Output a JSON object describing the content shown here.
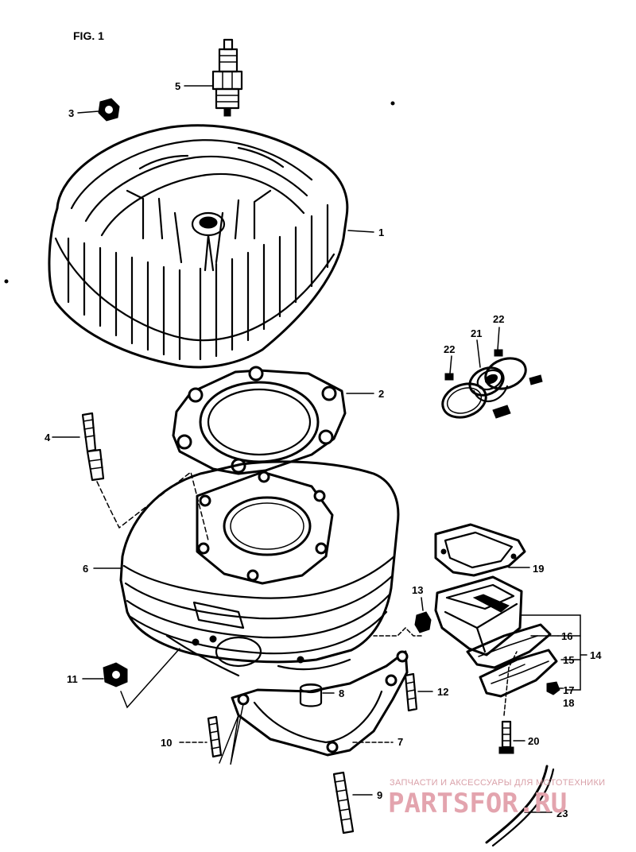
{
  "figure": {
    "title": "FIG. 1"
  },
  "watermark": {
    "tagline": "ЗАПЧАСТИ И АКСЕССУАРЫ ДЛЯ МОТОТЕХНИКИ",
    "brand": "PARTSFOR.RU"
  },
  "parts": [
    {
      "id": "1",
      "label": "1"
    },
    {
      "id": "2",
      "label": "2"
    },
    {
      "id": "3",
      "label": "3"
    },
    {
      "id": "4",
      "label": "4"
    },
    {
      "id": "5",
      "label": "5"
    },
    {
      "id": "6",
      "label": "6"
    },
    {
      "id": "7",
      "label": "7"
    },
    {
      "id": "8",
      "label": "8"
    },
    {
      "id": "9",
      "label": "9"
    },
    {
      "id": "10",
      "label": "10"
    },
    {
      "id": "11",
      "label": "11"
    },
    {
      "id": "12",
      "label": "12"
    },
    {
      "id": "13",
      "label": "13"
    },
    {
      "id": "14",
      "label": "14"
    },
    {
      "id": "15",
      "label": "15"
    },
    {
      "id": "16",
      "label": "16"
    },
    {
      "id": "17",
      "label": "17"
    },
    {
      "id": "18",
      "label": "18"
    },
    {
      "id": "19",
      "label": "19"
    },
    {
      "id": "20",
      "label": "20"
    },
    {
      "id": "21",
      "label": "21"
    },
    {
      "id": "22a",
      "label": "22"
    },
    {
      "id": "22b",
      "label": "22"
    },
    {
      "id": "23",
      "label": "23"
    }
  ]
}
